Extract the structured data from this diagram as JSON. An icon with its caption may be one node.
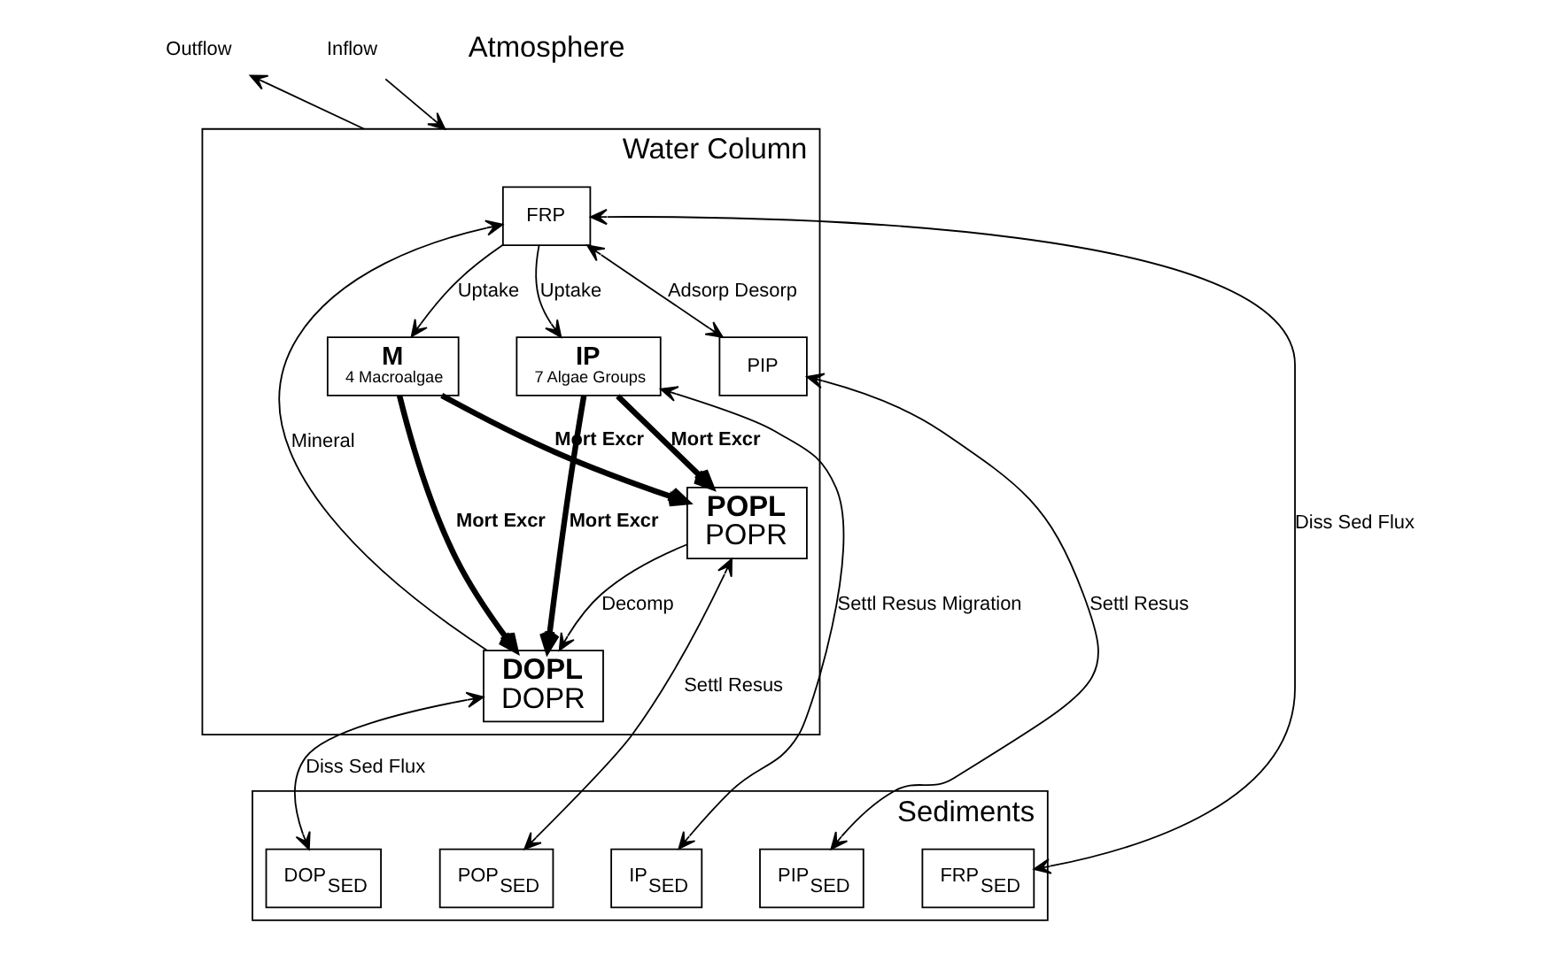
{
  "diagram": {
    "nodes": [
      {
        "text": [
          "Water Column"
        ]
      },
      {
        "text": [
          "FRP"
        ],
        "in": 0
      },
      {
        "text": [
          "IP",
          "7 Algae Groups"
        ],
        "in": 0
      },
      {
        "text": [
          "PIP"
        ],
        "in": 0
      },
      {
        "text": [
          "DOPL",
          "DOPR"
        ],
        "in": 0
      },
      {
        "text": [
          "POPL",
          "POPR"
        ],
        "in": 0
      },
      {
        "text": [
          "M",
          "4 Macroalgae"
        ],
        "in": 0
      },
      {
        "text": [
          "Sediments"
        ]
      },
      {
        "text": [
          "PIP$_{SED}$"
        ],
        "in": 7
      },
      {
        "text": [
          "FRP$_{SED}$"
        ],
        "in": 7
      },
      {
        "text": [
          "DOP$_{SED}$"
        ],
        "in": 7
      },
      {
        "text": [
          "POP$_{SED}$"
        ],
        "in": 7
      },
      {
        "text": [
          "IP$_{SED}$"
        ],
        "in": 7
      },
      {
        "text": [
          "Inflow"
        ]
      },
      {
        "text": [
          "Outflow"
        ]
      }
    ],
    "edges": [
      {
        "from": 1,
        "to": 2,
        "arrow": "to",
        "label": "Uptake"
      },
      {
        "from": 1,
        "to": 3,
        "arrow": "both",
        "label": "Adsorp Desorp"
      },
      {
        "from": 1,
        "to": 6,
        "arrow": "to",
        "label": "Uptake"
      },
      {
        "from": 4,
        "to": 1,
        "arrow": "to",
        "label": "Mineral"
      },
      {
        "from": 2,
        "to": 4,
        "arrow": "to",
        "label": "Mort Excr",
        "style": "thick"
      },
      {
        "from": 2,
        "to": 5,
        "arrow": "to",
        "label": "Mort Excr",
        "style": "thick"
      },
      {
        "from": 5,
        "to": 4,
        "arrow": "to",
        "label": "Decomp"
      },
      {
        "from": 6,
        "to": 4,
        "arrow": "to",
        "label": "Mort Excr",
        "style": "thick"
      },
      {
        "from": 6,
        "to": 5,
        "arrow": "to",
        "label": "Mort Excr",
        "style": "thick"
      },
      {
        "from": 3,
        "to": 8,
        "arrow": "both",
        "label": "Settl Resus"
      },
      {
        "from": 1,
        "to": 9,
        "arrow": "both",
        "label": "Diss Sed Flux"
      },
      {
        "from": 4,
        "to": 10,
        "arrow": "both",
        "label": "Diss Sed Flux"
      },
      {
        "from": 5,
        "to": 11,
        "arrow": "both",
        "label": "Settl Resus"
      },
      {
        "from": 2,
        "to": 12,
        "arrow": "both",
        "label": "Settl Resus Migration"
      },
      {
        "from": 13,
        "to": 0,
        "arrow": "to"
      },
      {
        "from": 0,
        "to": 14,
        "arrow": "to"
      }
    ],
    "labels": [
      "Atmosphere"
    ]
  }
}
